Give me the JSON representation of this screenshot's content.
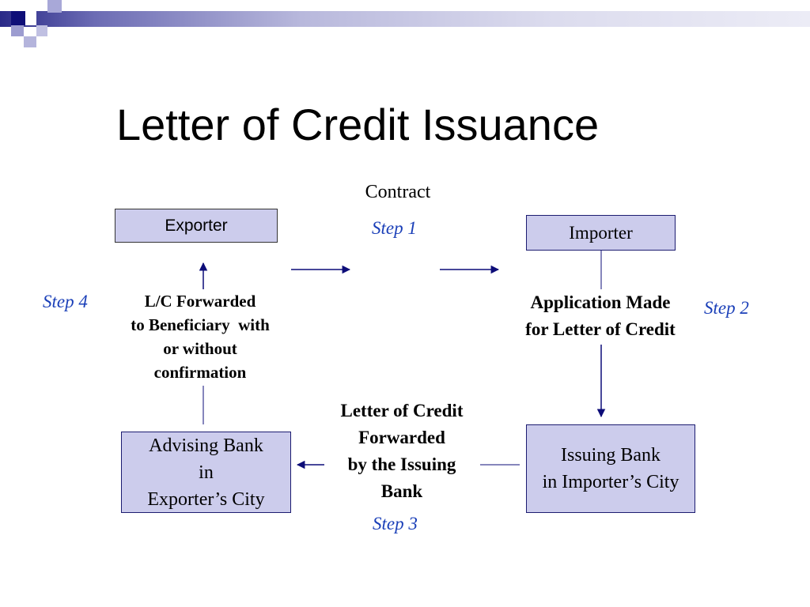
{
  "slide": {
    "title": "Letter of Credit Issuance"
  },
  "nodes": {
    "exporter": "Exporter",
    "importer": "Importer",
    "advising_bank": [
      "Advising Bank",
      "in",
      "Exporter’s City"
    ],
    "issuing_bank": [
      "Issuing Bank",
      "in Importer’s City"
    ]
  },
  "labels": {
    "contract": "Contract",
    "step1": "Step 1",
    "step2": "Step 2",
    "step3": "Step 3",
    "step4": "Step 4",
    "application": [
      "Application Made",
      "for Letter of Credit"
    ],
    "lc_forwarded": [
      "L/C Forwarded",
      "to Beneficiary  with",
      "or without",
      "confirmation"
    ],
    "lc_issuing": [
      "Letter of Credit",
      "Forwarded",
      "by the Issuing",
      "Bank"
    ]
  },
  "colors": {
    "box_fill": "#ccccec",
    "box_border": "#1c1c70",
    "arrow": "#0c0c78",
    "step_text": "#1a3fb8",
    "header_dark": "#0e0e78",
    "header_light": "#a8a8d8"
  }
}
